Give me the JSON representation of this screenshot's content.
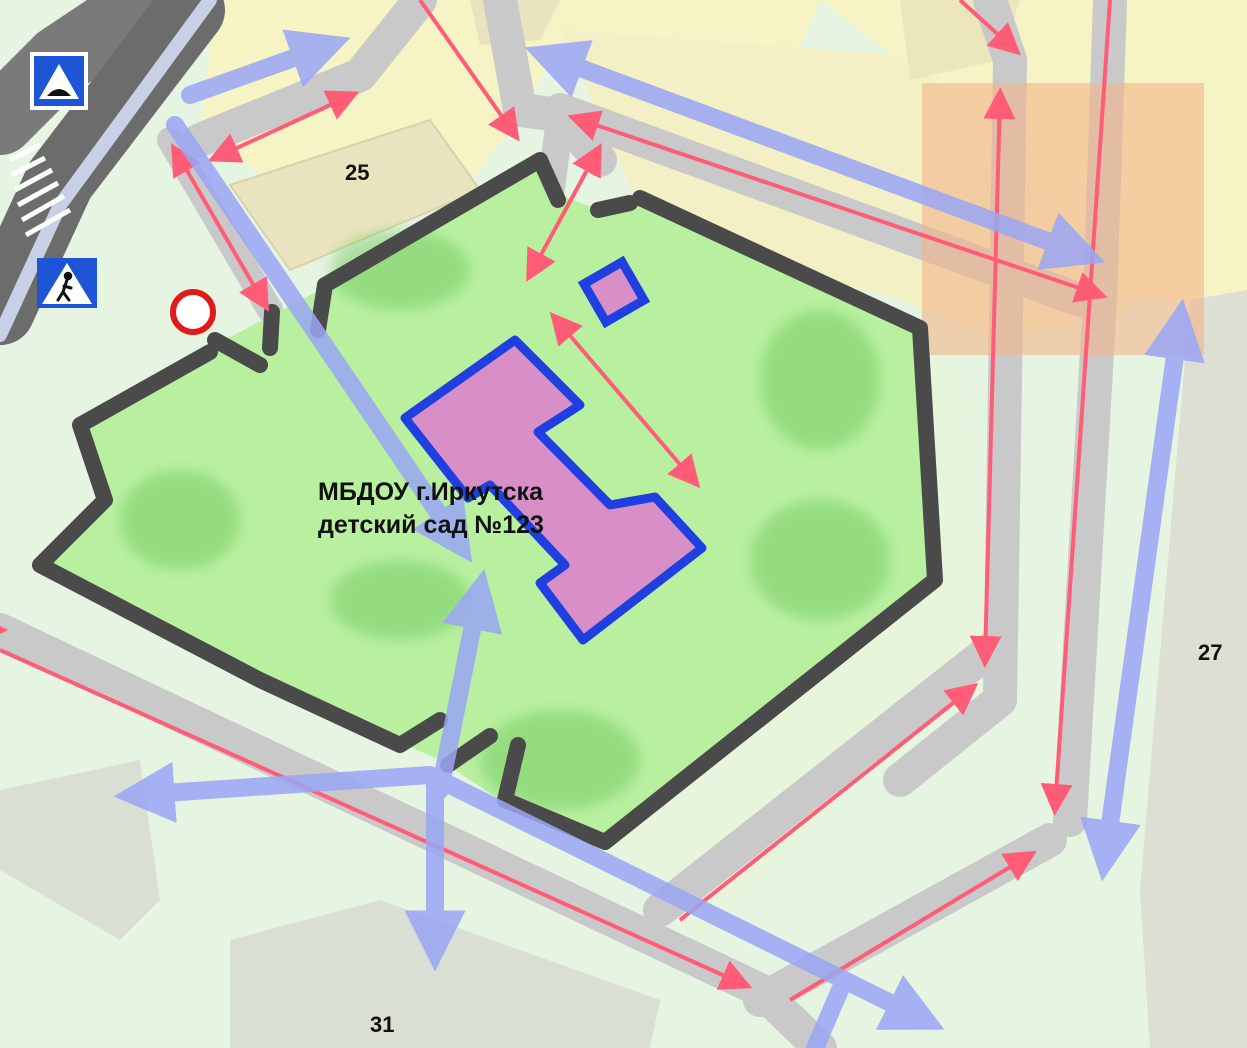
{
  "map": {
    "kindergarten_label": [
      "МБДОУ г.Иркутска",
      "детский сад №123"
    ],
    "building_numbers": [
      "25",
      "27",
      "31"
    ]
  },
  "legend_colors": {
    "territory": "#b8f0a0",
    "fence": "#4a4a4a",
    "building": "#d88fc8",
    "building_outline": "#1f3fe0",
    "vehicle_route": "#ff5c78",
    "pedestrian_route": "#8f9cf5",
    "danger_zone": "#f4b58a",
    "road": "#c9c9c9",
    "residential_area": "#f6f3c4"
  },
  "signs": [
    {
      "name": "speed-bump-sign",
      "icon": "speed-bump-icon"
    },
    {
      "name": "pedestrian-crossing-sign",
      "icon": "pedestrian-crossing-icon"
    },
    {
      "name": "no-entry-sign",
      "icon": "no-vehicles-icon"
    }
  ]
}
